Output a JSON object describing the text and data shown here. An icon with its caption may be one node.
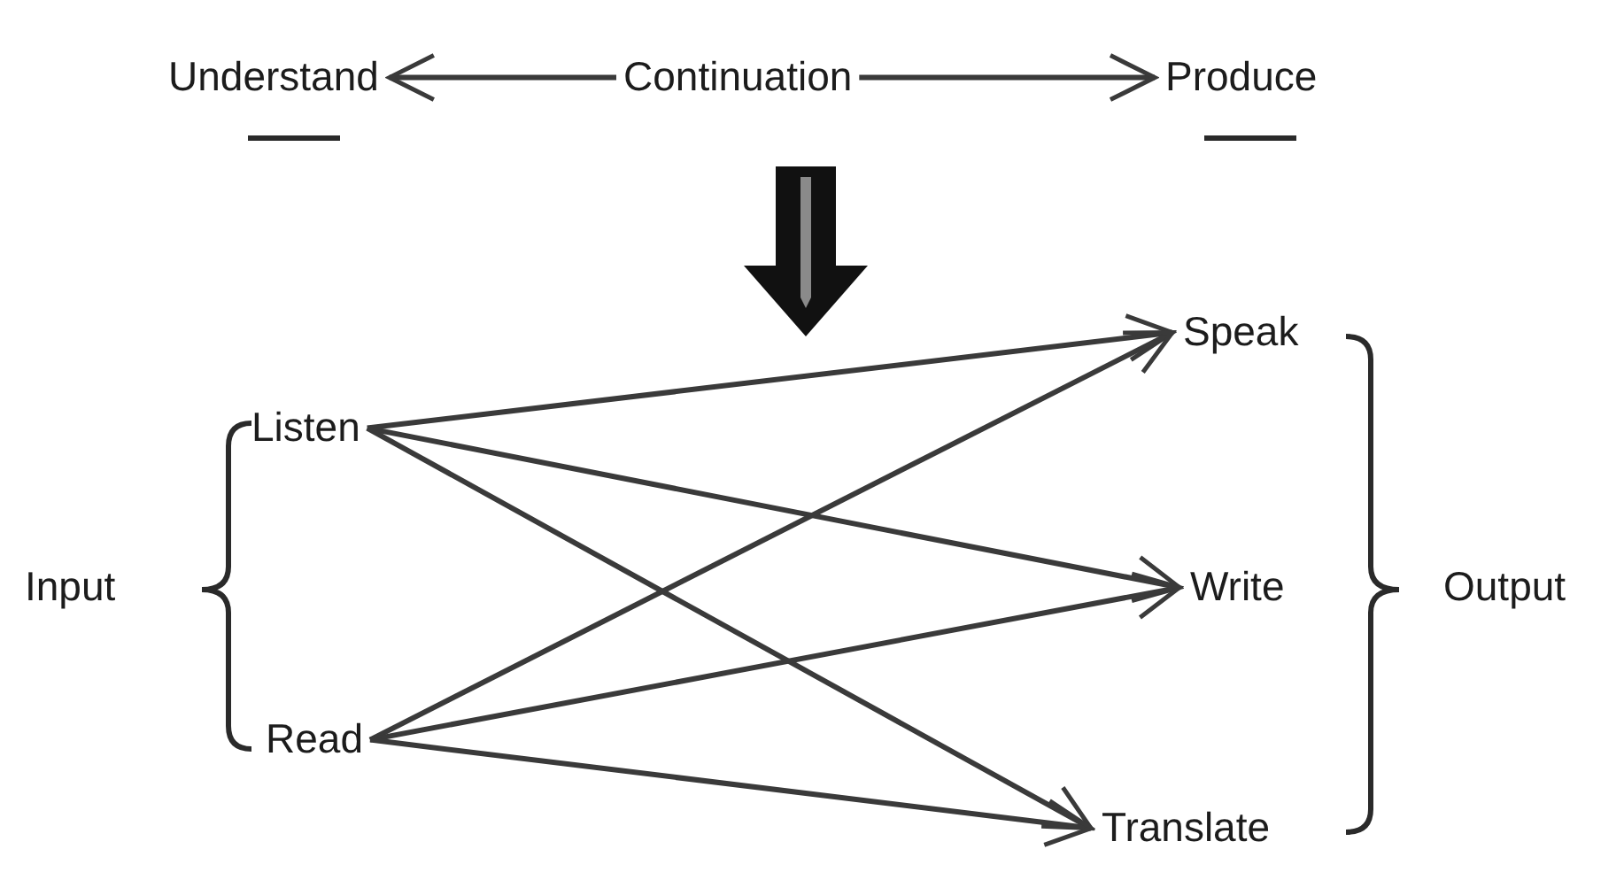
{
  "diagram": {
    "nodes": [
      {
        "text": [
          "Understand"
        ]
      },
      {
        "text": [
          "Continuation"
        ]
      },
      {
        "text": [
          "Produce"
        ]
      },
      {
        "text": [
          "Listen"
        ]
      },
      {
        "text": [
          "Read"
        ]
      },
      {
        "text": [
          "Speak"
        ]
      },
      {
        "text": [
          "Write"
        ]
      },
      {
        "text": [
          "Translate"
        ]
      },
      {
        "text": [
          "Input"
        ]
      },
      {
        "text": [
          "Output"
        ]
      }
    ],
    "edges": [
      {
        "from": 1,
        "to": 0,
        "arrow": "to"
      },
      {
        "from": 1,
        "to": 2,
        "arrow": "to"
      },
      {
        "from": 3,
        "to": 5,
        "arrow": "to"
      },
      {
        "from": 3,
        "to": 6,
        "arrow": "to"
      },
      {
        "from": 3,
        "to": 7,
        "arrow": "to"
      },
      {
        "from": 4,
        "to": 5,
        "arrow": "to"
      },
      {
        "from": 4,
        "to": 6,
        "arrow": "to"
      },
      {
        "from": 4,
        "to": 7,
        "arrow": "to"
      }
    ]
  }
}
